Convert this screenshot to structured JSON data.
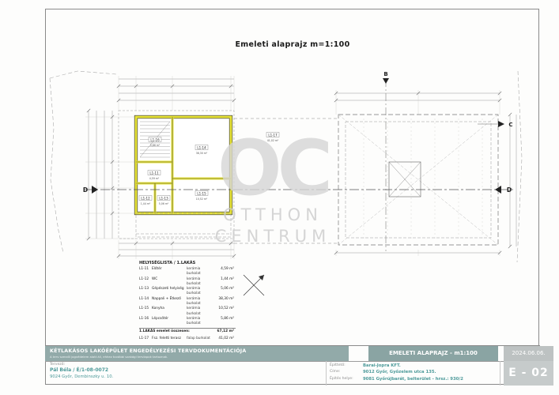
{
  "drawing": {
    "title": "Emeleti alaprajz m=1:100"
  },
  "watermark": {
    "monogram": "OC",
    "line1": "OTTHON",
    "line2": "CENTRUM"
  },
  "plan": {
    "sections": {
      "d": "D",
      "b": "B",
      "c": "C"
    }
  },
  "room_list": {
    "header": "HELYISÉGLISTA / 1.LAKÁS",
    "rows": [
      {
        "code": "L1-11",
        "name": "Előtér",
        "finish": "kerámia burkolat",
        "area": "4,59 m²"
      },
      {
        "code": "L1-12",
        "name": "WC",
        "finish": "kerámia burkolat",
        "area": "1,44 m²"
      },
      {
        "code": "L1-13",
        "name": "Gépészeti helyiség",
        "finish": "kerámia burkolat",
        "area": "5,06 m²"
      },
      {
        "code": "L1-14",
        "name": "Nappali + Étkező",
        "finish": "kerámia burkolat",
        "area": "38,30 m²"
      },
      {
        "code": "L1-15",
        "name": "Konyha",
        "finish": "kerámia burkolat",
        "area": "10,52 m²"
      },
      {
        "code": "L1-16",
        "name": "Lépcsőtér",
        "finish": "kerámia burkolat",
        "area": "5,86 m²"
      }
    ],
    "total_label": "1.LAKÁS emelet összesen:",
    "total_area": "67,12 m²",
    "terrace": {
      "code": "L1-17",
      "name": "Fsz. feletti terasz",
      "finish": "falap burkolat",
      "area": "41,02 m²"
    }
  },
  "titleblock": {
    "project_title": "KÉTLAKÁSOS LAKÓÉPÜLET ENGEDÉLYEZÉSI TERVDOKUMENTÁCIÓJA",
    "project_subtitle": "A terv szerzői jogvédelem alatt áll, ehhez további szakági tervlapok tartoznak.",
    "sheet_title": "EMELETI ALAPRAJZ - m1:100",
    "date": "2024.06.06.",
    "sheet_number": "E - 02",
    "designer_label": "Tervező:",
    "designer_name": "Pál Béla / É/1-08-0072",
    "designer_address": "9024 Győr, Dembinszky u. 10.",
    "client_label": "Építtető:",
    "client_name": "Barai-Jopra KFT.",
    "address_label": "Címe:",
    "address_value": "9012 Győr, Győzelem utca 135.",
    "site_label": "Építés helye:",
    "site_value": "9081 Győrújbarát, belterület  -  hrsz.: 930/2"
  }
}
